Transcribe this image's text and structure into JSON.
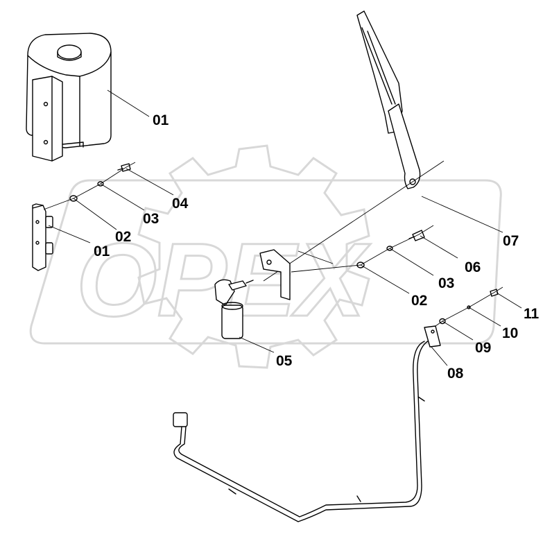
{
  "watermark": {
    "text": "OPEX",
    "color": "#d8d8d8"
  },
  "callouts": [
    {
      "id": "c01a",
      "text": "01"
    },
    {
      "id": "c04",
      "text": "04"
    },
    {
      "id": "c03a",
      "text": "03"
    },
    {
      "id": "c02a",
      "text": "02"
    },
    {
      "id": "c01b",
      "text": "01"
    },
    {
      "id": "c07",
      "text": "07"
    },
    {
      "id": "c06",
      "text": "06"
    },
    {
      "id": "c03b",
      "text": "03"
    },
    {
      "id": "c02b",
      "text": "02"
    },
    {
      "id": "c05",
      "text": "05"
    },
    {
      "id": "c11",
      "text": "11"
    },
    {
      "id": "c10",
      "text": "10"
    },
    {
      "id": "c09",
      "text": "09"
    },
    {
      "id": "c08",
      "text": "08"
    }
  ]
}
